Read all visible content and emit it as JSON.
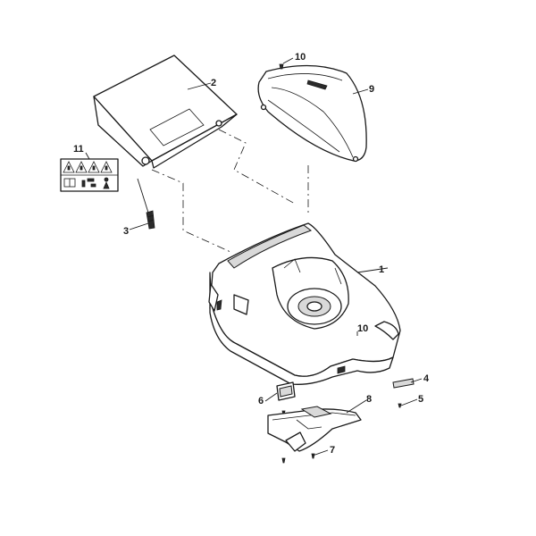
{
  "callouts": {
    "c1": "1",
    "c2": "2",
    "c3": "3",
    "c4": "4",
    "c5": "5",
    "c6": "6",
    "c7": "7",
    "c8": "8",
    "c9": "9",
    "c10a": "10",
    "c10b": "10",
    "c11": "11"
  },
  "icons": {
    "warning_label_icons": [
      "warning-triangle-icon",
      "manual-icon",
      "hand-blade-icon",
      "person-icon"
    ]
  },
  "colors": {
    "line": "#1a1a1a",
    "fill": "#ffffff",
    "shade": "#d9d9d9"
  }
}
